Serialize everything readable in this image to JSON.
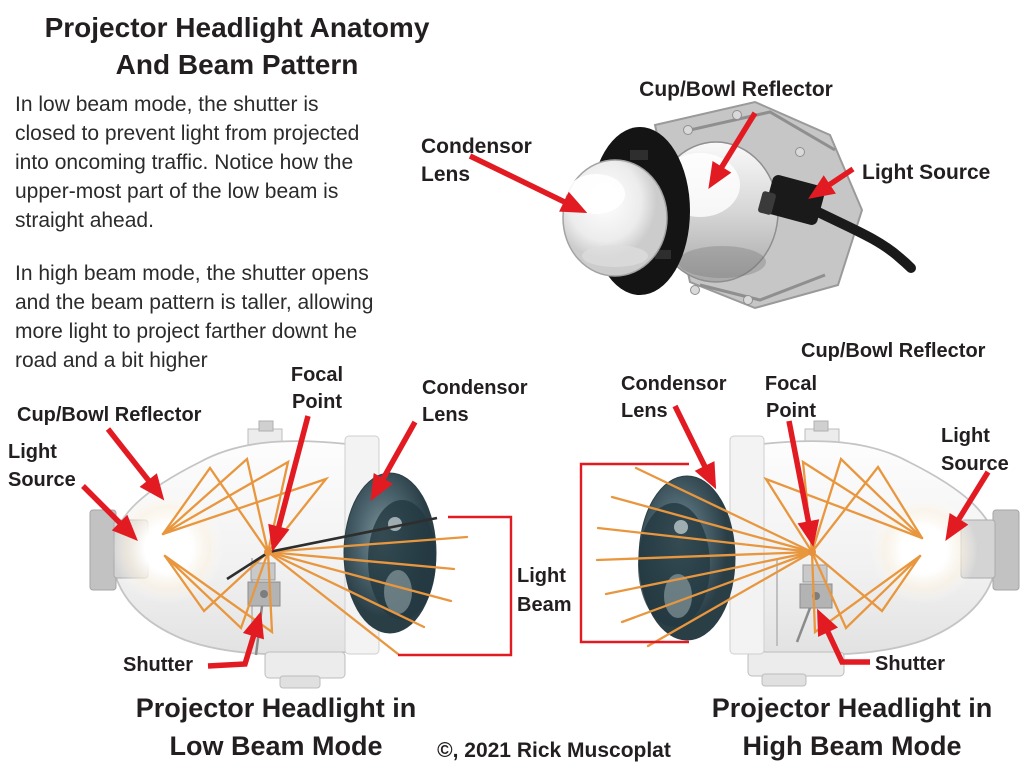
{
  "title": {
    "line1": "Projector Headlight Anatomy",
    "line2": "And Beam Pattern"
  },
  "intro": {
    "low_beam_paragraph": "In low beam mode, the shutter is\nclosed to prevent light from projected\ninto oncoming traffic. Notice how the\nupper-most part of the low beam is\nstraight ahead.",
    "high_beam_paragraph": "In high beam mode, the shutter opens\nand the beam pattern is taller, allowing\nmore light to project farther downt he\nroad and a bit higher"
  },
  "photo": {
    "labels": {
      "cup_bowl_reflector": "Cup/Bowl Reflector",
      "condensor_lens": "Condensor\nLens",
      "light_source": "Light Source"
    }
  },
  "low_beam": {
    "labels": {
      "cup_bowl_reflector": "Cup/Bowl Reflector",
      "light_source": "Light\nSource",
      "focal_point": "Focal\nPoint",
      "condensor_lens": "Condensor\nLens",
      "shutter": "Shutter"
    },
    "caption": "Projector Headlight in\nLow Beam Mode"
  },
  "high_beam": {
    "labels": {
      "cup_bowl_reflector": "Cup/Bowl Reflector",
      "condensor_lens": "Condensor\nLens",
      "focal_point": "Focal\nPoint",
      "light_source": "Light\nSource",
      "shutter": "Shutter"
    },
    "caption": "Projector Headlight in\nHigh Beam Mode"
  },
  "light_beam_label": "Light\nBeam",
  "copyright": "©, 2021 Rick Muscoplat",
  "colors": {
    "arrow_red": "#e21b23",
    "ray_orange": "#e8973f",
    "text": "#231f20",
    "lens_teal": "#46606a",
    "background": "#ffffff"
  }
}
